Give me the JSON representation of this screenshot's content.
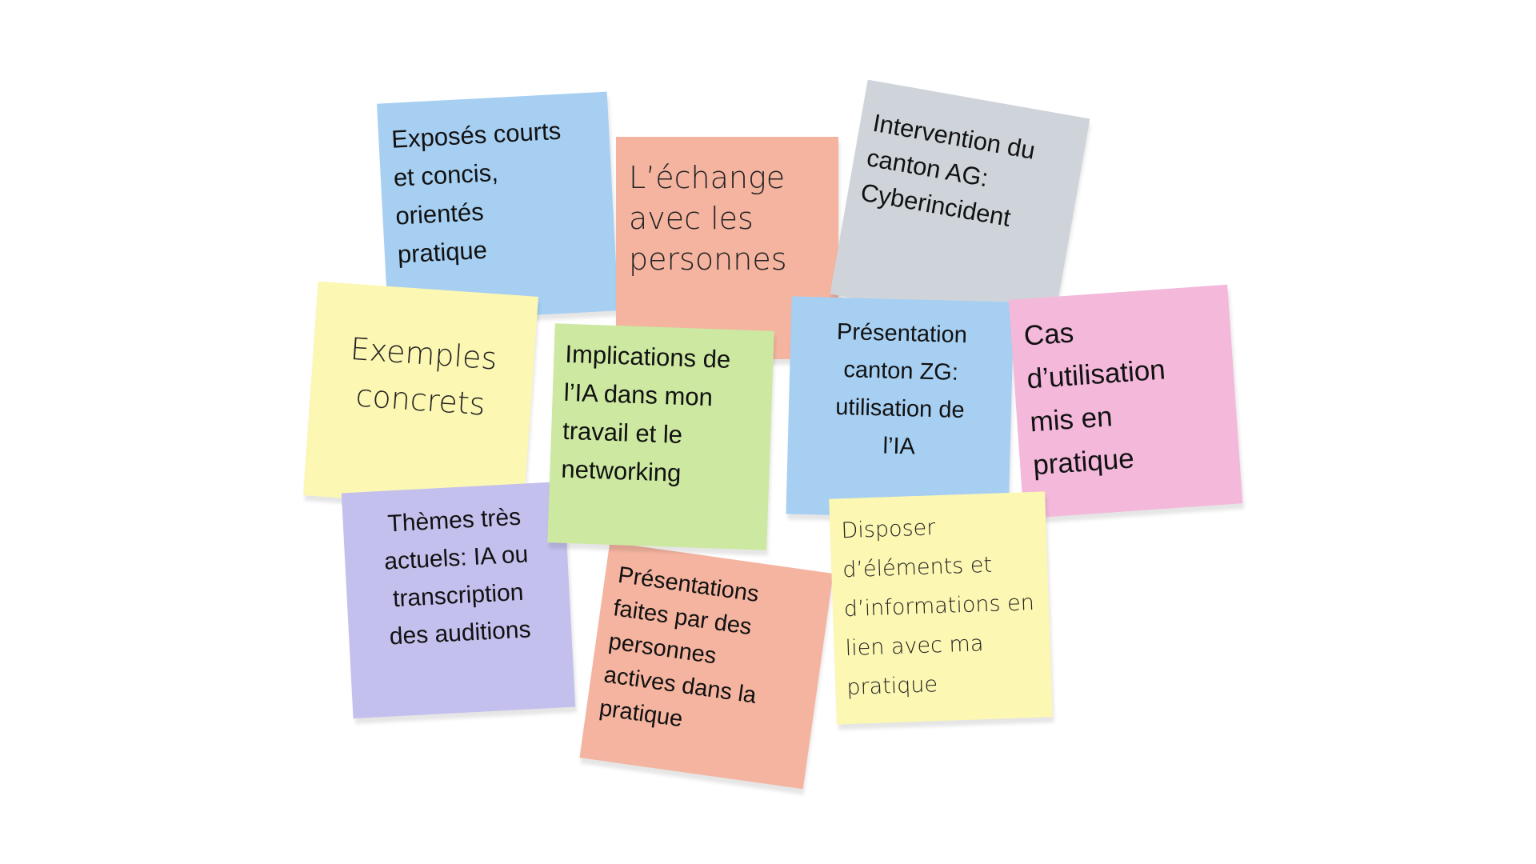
{
  "notes": [
    {
      "id": "exposes",
      "text": "Exposés courts\net concis,\norientés\npratique",
      "color": "#a7cff2"
    },
    {
      "id": "echange",
      "text": "L’échange\navec les\npersonnes",
      "color": "#f4b4a0"
    },
    {
      "id": "intervention",
      "text": "Intervention du\ncanton AG:\nCyberincident",
      "color": "#cfd4da"
    },
    {
      "id": "exemples",
      "text": "Exemples\nconcrets",
      "color": "#fcf7b2"
    },
    {
      "id": "implications",
      "text": "Implications de\nl’IA dans mon\ntravail et le\nnetworking",
      "color": "#cde8a1"
    },
    {
      "id": "presentation-zg",
      "text": "Présentation\ncanton ZG:\nutilisation de\nl’IA",
      "color": "#a7cff2"
    },
    {
      "id": "cas",
      "text": "Cas\nd’utilisation\nmis en\npratique",
      "color": "#f3b8da"
    },
    {
      "id": "themes",
      "text": "Thèmes très\nactuels: IA ou\ntranscription\ndes auditions",
      "color": "#c4c0ee"
    },
    {
      "id": "presentations",
      "text": "Présentations\nfaites par des\npersonnes\nactives dans la\npratique",
      "color": "#f4b4a0"
    },
    {
      "id": "disposer",
      "text": "Disposer\nd’éléments et\nd’informations en\nlien avec ma\npratique",
      "color": "#fcf7b2"
    }
  ]
}
